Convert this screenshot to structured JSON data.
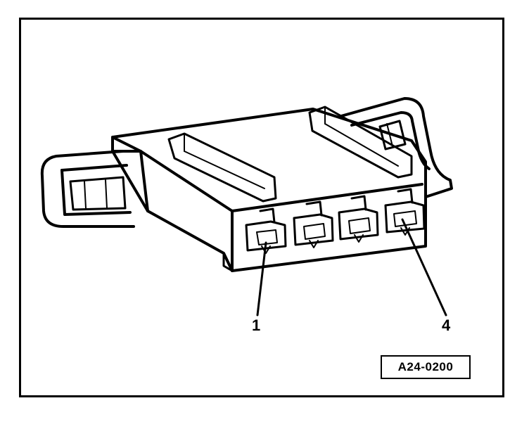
{
  "diagram": {
    "callouts": [
      {
        "id": "pin-1",
        "label": "1"
      },
      {
        "id": "pin-4",
        "label": "4"
      }
    ],
    "reference_code": "A24-0200"
  }
}
